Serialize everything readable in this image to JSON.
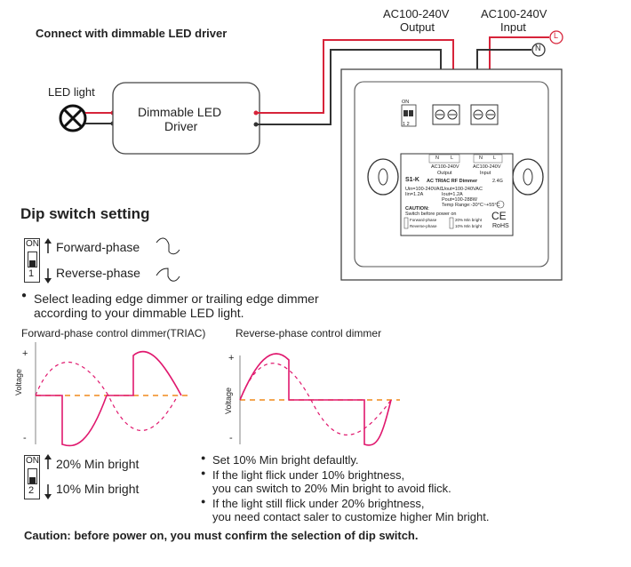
{
  "header": {
    "title": "Connect with dimmable LED driver"
  },
  "wiring": {
    "led_label": "LED light",
    "driver_label_1": "Dimmable LED",
    "driver_label_2": "Driver",
    "output_v": "AC100-240V",
    "output_label": "Output",
    "input_v": "AC100-240V",
    "input_label": "Input",
    "live_mark": "L",
    "neutral_mark": "N"
  },
  "device": {
    "dip_on": "ON",
    "dip_nums": "1  2",
    "term_out": [
      "N",
      "L"
    ],
    "term_in": [
      "N",
      "L"
    ],
    "out_v": "AC100-240V",
    "out_label": "Output",
    "in_v": "AC100-240V",
    "in_label": "Input",
    "model": "S1-K",
    "desc": "AC TRIAC RF Dimmer",
    "uin": "Uin=100-240VAC",
    "iin": "Iin=1.2A",
    "uout": "Uout=100-240VAC",
    "iout": "Iout=1.2A",
    "pout": "Pout=100-288W",
    "temp": "Temp Range:-30°C~+55°C",
    "caution": "CAUTION:",
    "caution_sub": "Switch before power on",
    "row1": "Forward-phase",
    "row1b": "20% Min bright",
    "row2": "Reverse-phase",
    "row2b": "10% Min bright",
    "rohs": "RoHS",
    "ce": "CE",
    "ghz": "2.4G"
  },
  "dip_section": {
    "title": "Dip switch setting",
    "switch1": {
      "on": "ON",
      "num": "1"
    },
    "forward": "Forward-phase",
    "reverse": "Reverse-phase",
    "note_line1": "Select leading edge dimmer or trailing edge dimmer",
    "note_line2": "according to your dimmable LED light."
  },
  "charts": {
    "left_title": "Forward-phase control dimmer(TRIAC)",
    "right_title": "Reverse-phase control dimmer",
    "ylabel": "Voltage",
    "plus": "+",
    "minus": "-"
  },
  "bright_section": {
    "switch2": {
      "on": "ON",
      "num": "2"
    },
    "bright20": "20% Min bright",
    "bright10": "10% Min bright",
    "b1": "Set 10% Min bright defaultly.",
    "b2a": "If the light flick under 10% brightness,",
    "b2b": "you can switch to 20% Min bright to avoid flick.",
    "b3a": "If the light still flick under 20% brightness,",
    "b3b": "you need contact saler to customize higher Min bright."
  },
  "footer": {
    "caution": "Caution: before power on, you must confirm the selection of dip switch."
  },
  "colors": {
    "live": "#d7243a",
    "wire": "#333333",
    "wave": "#e0186e",
    "dashed": "#f08a1c"
  }
}
